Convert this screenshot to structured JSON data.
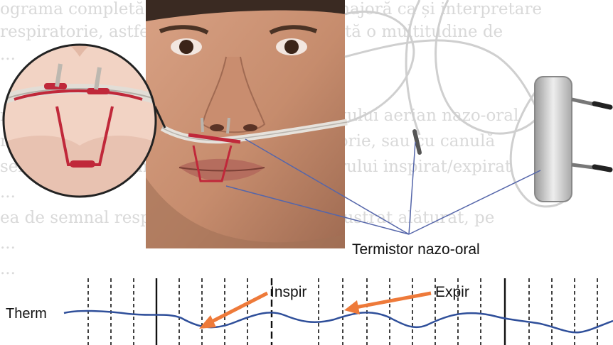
{
  "labels": {
    "device": "Termistor nazo-oral",
    "inspiration": "Inspir",
    "expiration": "Expir",
    "channel": "Therm"
  },
  "background_text": [
    "ograma completă. Este de o importanță majoră ca și interpretare",
    "respiratorie, astfel încât, deoarece prezintă o multitudine de",
    "...",
    "registrarea semnalului respirator și a fluxului aerian nazo-oral",
    "rii prin termistor, pentru funcția respiratorie, sau cu canulă",
    "sensibil la diferența de temperatură a aerului inspirat/expirat",
    "...",
    "ea de semnal respirator, după cum este ilustrat alăturat, pe",
    "...",
    "..."
  ],
  "colors": {
    "signal": "#2f4f9a",
    "arrow": "#ee7a3a",
    "leader": "#5566aa",
    "thermistor_wire": "#c0283a",
    "background": "#ffffff"
  },
  "icons": [
    "face-photo",
    "magnified-nose-detail",
    "thermistor-connector-box"
  ]
}
